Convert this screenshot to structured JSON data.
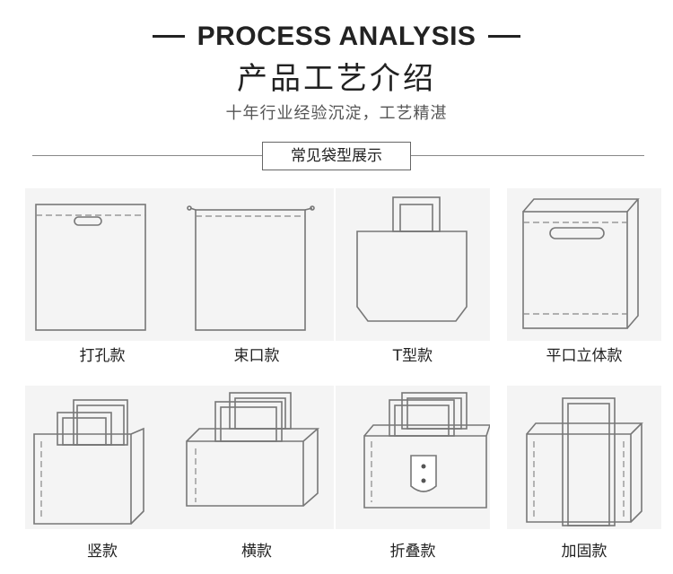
{
  "header": {
    "title_en": "PROCESS ANALYSIS",
    "title_cn": "产品工艺介绍",
    "subtitle": "十年行业经验沉淀，工艺精湛"
  },
  "section": {
    "label": "常见袋型展示"
  },
  "bag_types": [
    {
      "label": "打孔款",
      "icon": "die-cut-handle-bag-icon"
    },
    {
      "label": "束口款",
      "icon": "drawstring-bag-icon"
    },
    {
      "label": "T型款",
      "icon": "t-shirt-handle-bag-icon"
    },
    {
      "label": "平口立体款",
      "icon": "flat-top-3d-bag-icon"
    },
    {
      "label": "竖款",
      "icon": "vertical-tote-bag-icon"
    },
    {
      "label": "横款",
      "icon": "horizontal-tote-bag-icon"
    },
    {
      "label": "折叠款",
      "icon": "folding-bag-icon"
    },
    {
      "label": "加固款",
      "icon": "reinforced-bag-icon"
    }
  ]
}
